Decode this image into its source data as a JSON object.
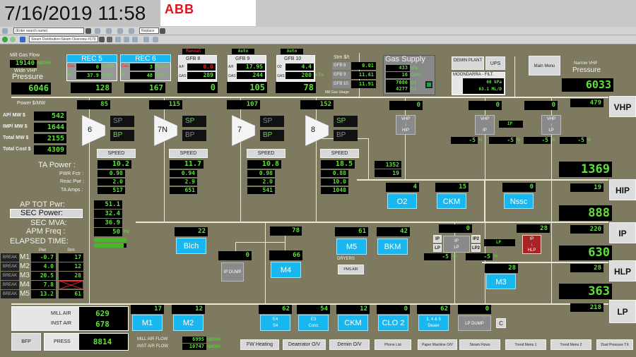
{
  "header": {
    "clock": "7/16/2019 11:58",
    "logo": "ABB"
  },
  "toolbar": {
    "search_placeholder": "(Enter search name)",
    "replace": "Replace",
    "view_path": "Steam Distribution:Steam Overview #179"
  },
  "left": {
    "mill_gas_flow_label": "Mill Gas Flow",
    "mill_gas_flow": "19140",
    "mill_gas_flow_unit": "NM3/H",
    "wide_vhp_label": "Wide VHP",
    "pressure_label": "Pressure",
    "wide_vhp": "6046",
    "power_label": "Power $/MW",
    "costs": [
      {
        "label": "AP/ MW  $",
        "value": "542"
      },
      {
        "label": "IMP/ MW $",
        "value": "1644"
      },
      {
        "label": "Total MW $",
        "value": "2155"
      },
      {
        "label": "Total Cost $",
        "value": "4309"
      }
    ],
    "ta_power_label": "TA Power :",
    "pwr_fctr_label": "PWR Fctr :",
    "reac_pwr_label": "Reac Pwr :",
    "ta_amps_label": "TA Amps :",
    "ap_tot_label": "AP TOT Pwr:",
    "sec_power_label": "SEC Power:",
    "sec_mva_label": "SEC MVA:",
    "apm_freq_label": "APM Freq :",
    "elapsed_label": "ELAPSED TIME:",
    "ap_tot": "51.1",
    "sec_power": "32.4",
    "sec_mva": "36.9",
    "apm_freq": "50",
    "hz": "Hz",
    "elapsed_progress": [
      1.0,
      0.93
    ],
    "pwr_hdr": "Pwr",
    "stm_hdr": "Stm",
    "mills": [
      {
        "break": "BREAK",
        "name": "M1",
        "pwr": "-0.7",
        "stm": "17"
      },
      {
        "break": "BREAK",
        "name": "M2",
        "pwr": "4.0",
        "stm": "12"
      },
      {
        "break": "BREAK",
        "name": "M3",
        "pwr": "20.5",
        "stm": "28"
      },
      {
        "break": "BREAK",
        "name": "M4",
        "pwr": "7.8",
        "stm": ""
      },
      {
        "break": "BREAK",
        "name": "M5",
        "pwr": "13.2",
        "stm": "61"
      }
    ]
  },
  "recs": [
    {
      "name": "REC 5",
      "gas_label": "Gas",
      "gas": "0",
      "gas_unit": "NM3/H",
      "bl_label": "BL",
      "bl": "37.9",
      "bl_unit": "m3/h",
      "out": "128"
    },
    {
      "name": "REC 6",
      "gas_label": "Gas",
      "gas": "3",
      "gas_unit": "Nm3/hr",
      "bl_label": "BL",
      "bl": "48",
      "bl_unit": "m3/h",
      "out": "167"
    }
  ],
  "gfbs": [
    {
      "mode": "Manual",
      "name": "GFB 8",
      "r1_label": "A/F",
      "r1": "0.0",
      "r2_label": "GAS",
      "r2": "289",
      "out": "0"
    },
    {
      "mode": "Auto",
      "name": "GFB 9",
      "r1_label": "A/F",
      "r1": "17.95",
      "r2_label": "GAS",
      "r2": "244",
      "out": "105"
    },
    {
      "mode": "Auto",
      "name": "GFB 10",
      "r1_label": "O2",
      "r1": "4.4",
      "r2_label": "GAS",
      "r2": "280",
      "out": "78",
      "unit": "k Pa"
    }
  ],
  "stm_cost": {
    "title": "Stm $/t",
    "rows": [
      {
        "label": "GFB 8",
        "value": "0.01"
      },
      {
        "label": "GFB 9",
        "value": "11.61"
      },
      {
        "label": "GFB 10",
        "value": "11.91"
      }
    ],
    "mill_gas_usage": "Mill Gas Usage"
  },
  "gas_supply": {
    "title": "Gas Supply",
    "rows": [
      {
        "value": "433",
        "unit": "kPa"
      },
      {
        "value": "16",
        "unit": "GJ/hr"
      },
      {
        "value": "7086",
        "unit": "GJ"
      },
      {
        "value": "4277",
        "unit": "GJ"
      }
    ]
  },
  "utilities": {
    "demin": "DEMIN PLANT",
    "ups": "UPS",
    "moondarra": "MOONDARRA - FILT.",
    "kpa": "60 kPa",
    "mld": "63.1 ML/D",
    "main_menu": "Main Menu"
  },
  "narrow_vhp": {
    "label": "Narrow VHP",
    "pressure_label": "Pressure",
    "value": "6033"
  },
  "turbines": [
    {
      "name": "6",
      "steam_in": "85",
      "sp": "SP",
      "bp": "BP",
      "sp_on": false,
      "bp_on": true,
      "speed": "SPEED",
      "ta_power": "10.2",
      "pwr_fctr": "0.98",
      "reac_pwr": "2.0",
      "ta_amps": "517"
    },
    {
      "name": "7N",
      "steam_in": "115",
      "sp": "SP",
      "bp": "BP",
      "sp_on": true,
      "bp_on": false,
      "speed": "SPEED",
      "ta_power": "11.7",
      "pwr_fctr": "0.94",
      "reac_pwr": "2.9",
      "ta_amps": "651"
    },
    {
      "name": "7",
      "steam_in": "107",
      "sp": "SP",
      "bp": "BP",
      "sp_on": false,
      "bp_on": true,
      "speed": "SPEED",
      "ta_power": "10.8",
      "pwr_fctr": "0.98",
      "reac_pwr": "2.0",
      "ta_amps": "541"
    },
    {
      "name": "8",
      "steam_in": "152",
      "sp": "SP",
      "bp": "BP",
      "sp_on": true,
      "bp_on": false,
      "speed": "SPEED",
      "ta_power": "18.5",
      "pwr_fctr": "0.88",
      "reac_pwr": "10.0",
      "ta_amps": "1048"
    }
  ],
  "t8_extra": [
    "1352",
    "19"
  ],
  "vhp": {
    "header": "VHP",
    "flow": "479",
    "v1": "0",
    "v2": "0",
    "v3": "0",
    "prv1": "VHP\n↓\nHIP",
    "prv2": "VHP\n\nIP",
    "prv3": "VHP\n↓\nLP",
    "ip_tag": "IP",
    "pct": [
      "-5",
      "-5",
      "-5",
      "-5"
    ],
    "pct_unit": "%",
    "big": "1369"
  },
  "hip": {
    "header": "HIP",
    "flow": "19",
    "big": "888",
    "users": [
      {
        "name": "O2",
        "value": "4"
      },
      {
        "name": "CKM",
        "value": "15"
      },
      {
        "name": "Nssc",
        "value": "0"
      }
    ]
  },
  "ip": {
    "header": "IP",
    "flow": "220",
    "big": "630",
    "blch": {
      "name": "Blch",
      "value": "22"
    },
    "split": "78",
    "ip_dump": {
      "name": "IP DUMP",
      "value": "0"
    },
    "m4": {
      "name": "M4",
      "value": "66"
    },
    "m5": {
      "name": "M5",
      "value": "61"
    },
    "bkm": {
      "name": "BKM",
      "value": "42"
    },
    "dryers": "DRYERS",
    "pms_air": "PMS AIR",
    "iplp_value": "0",
    "iplp": "IP\nLP",
    "ip_btn": "IP",
    "lp_btn": "LP",
    "ip2_btn": "IP2",
    "lp2_btn": "LP2",
    "lp_tag": "LP",
    "pct": [
      "-5",
      "-5"
    ],
    "pct_unit": "%",
    "ip_hlp_value": "28",
    "ip_hlp": "IP\n↓\nHLP"
  },
  "hlp": {
    "header": "HLP",
    "flow": "28",
    "big": "363",
    "m3": {
      "name": "M3",
      "value": "28"
    }
  },
  "lp": {
    "header": "LP",
    "flow": "218",
    "users": [
      {
        "name": "M1",
        "value": "17"
      },
      {
        "name": "M2",
        "value": "12"
      },
      {
        "name": "E4\nS4",
        "value": "62"
      },
      {
        "name": "E3\nConc",
        "value": "54"
      },
      {
        "name": "CKM",
        "value": "12"
      },
      {
        "name": "CLO 2",
        "value": "0"
      },
      {
        "name": "3, 4 & 5\nDeaer",
        "value": "62"
      }
    ],
    "lp_dump": {
      "name": "LP DUMP",
      "value": "0"
    },
    "c": "C"
  },
  "air": {
    "mill_air": "MILL AIR",
    "inst_air": "INST AIR",
    "mill_air_value": "629",
    "inst_air_value": "678",
    "bfp": "BFP",
    "press": "PRESS",
    "press_value": "8814",
    "mill_air_flow": "MILL AIR FLOW",
    "inst_air_flow": "INST AIR FLOW",
    "mill_air_flow_value": "6995",
    "inst_air_flow_value": "10747",
    "flow_unit": "NM3/H"
  },
  "nav": [
    "FW Heating",
    "Deaerator O/V",
    "Demin O/V",
    "Phone List",
    "Paper Machine O/V",
    "Steam Flows",
    "Trend Menu 1",
    "Trend Menu 2",
    "Dual Pressure TX"
  ],
  "colors": {
    "background": "#7e7a60",
    "value_green": "#5fe03a",
    "cyan": "#19b7ef",
    "alarm_red": "#a82424"
  }
}
